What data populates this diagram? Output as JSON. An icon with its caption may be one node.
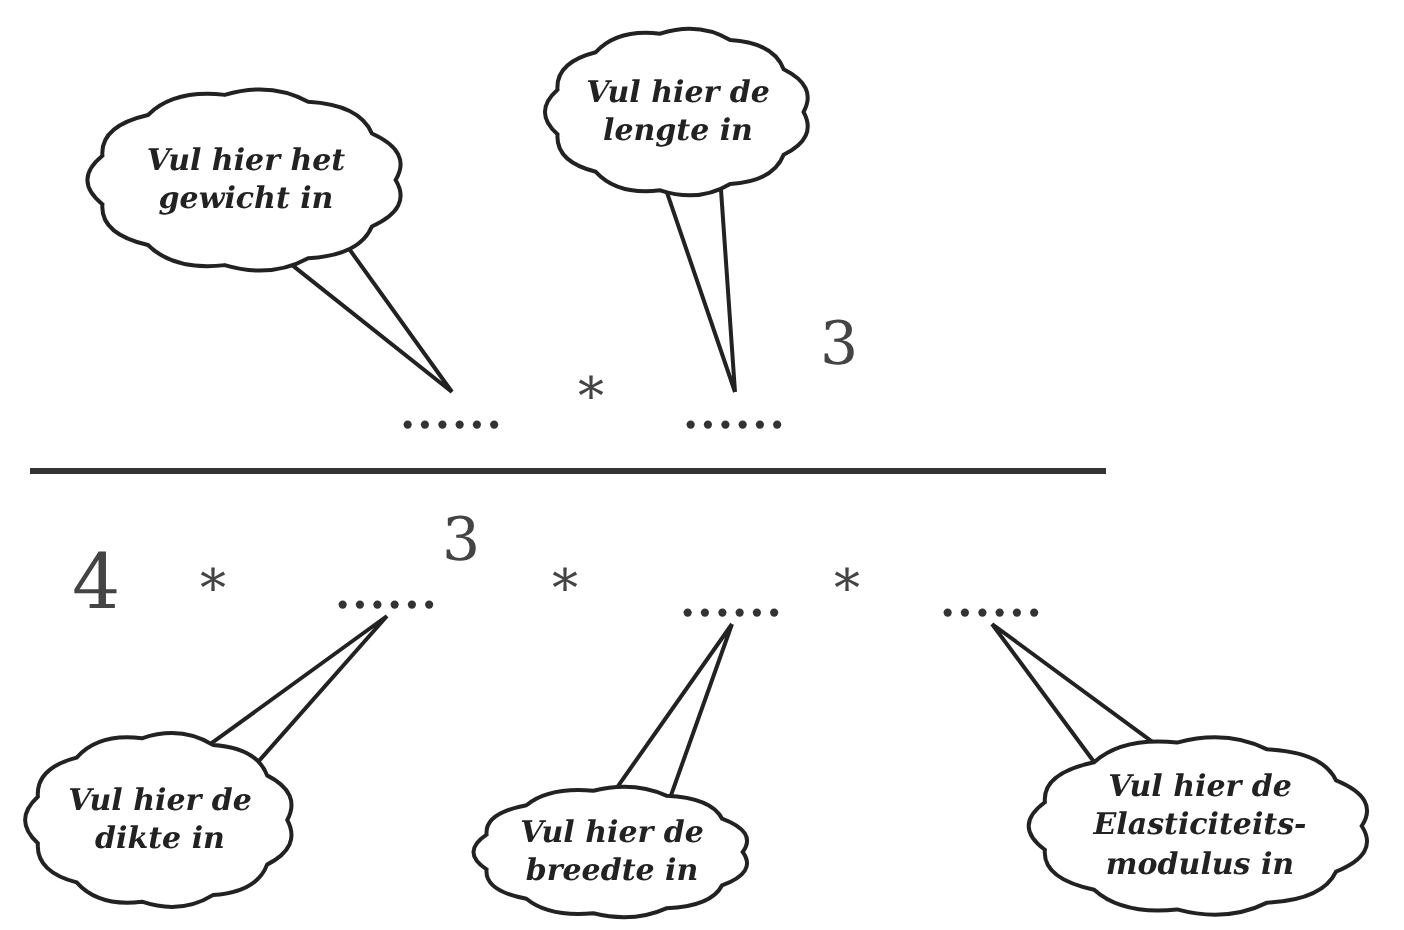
{
  "diagram": {
    "nodes": [
      {
        "text": [
          "Vul hier het gewicht in"
        ]
      },
      {
        "text": [
          "Vul hier de lengte in"
        ]
      },
      {
        "text": [
          "......"
        ]
      },
      {
        "text": [
          "......"
        ]
      },
      {
        "text": [
          "......"
        ]
      },
      {
        "text": [
          "......"
        ]
      },
      {
        "text": [
          "......"
        ]
      },
      {
        "text": [
          "Vul hier de dikte in"
        ]
      },
      {
        "text": [
          "Vul hier de breedte in"
        ]
      },
      {
        "text": [
          "Vul hier de Elasticiteits- modulus in"
        ]
      }
    ],
    "edges": [
      {
        "from": 0,
        "to": 2,
        "arrow": "none"
      },
      {
        "from": 1,
        "to": 3,
        "arrow": "none"
      },
      {
        "from": 7,
        "to": 4,
        "arrow": "none"
      },
      {
        "from": 8,
        "to": 5,
        "arrow": "none"
      },
      {
        "from": 9,
        "to": 6,
        "arrow": "none"
      }
    ],
    "labels": [
      "3",
      "*",
      "3",
      "4",
      "*",
      "*",
      "*"
    ]
  }
}
